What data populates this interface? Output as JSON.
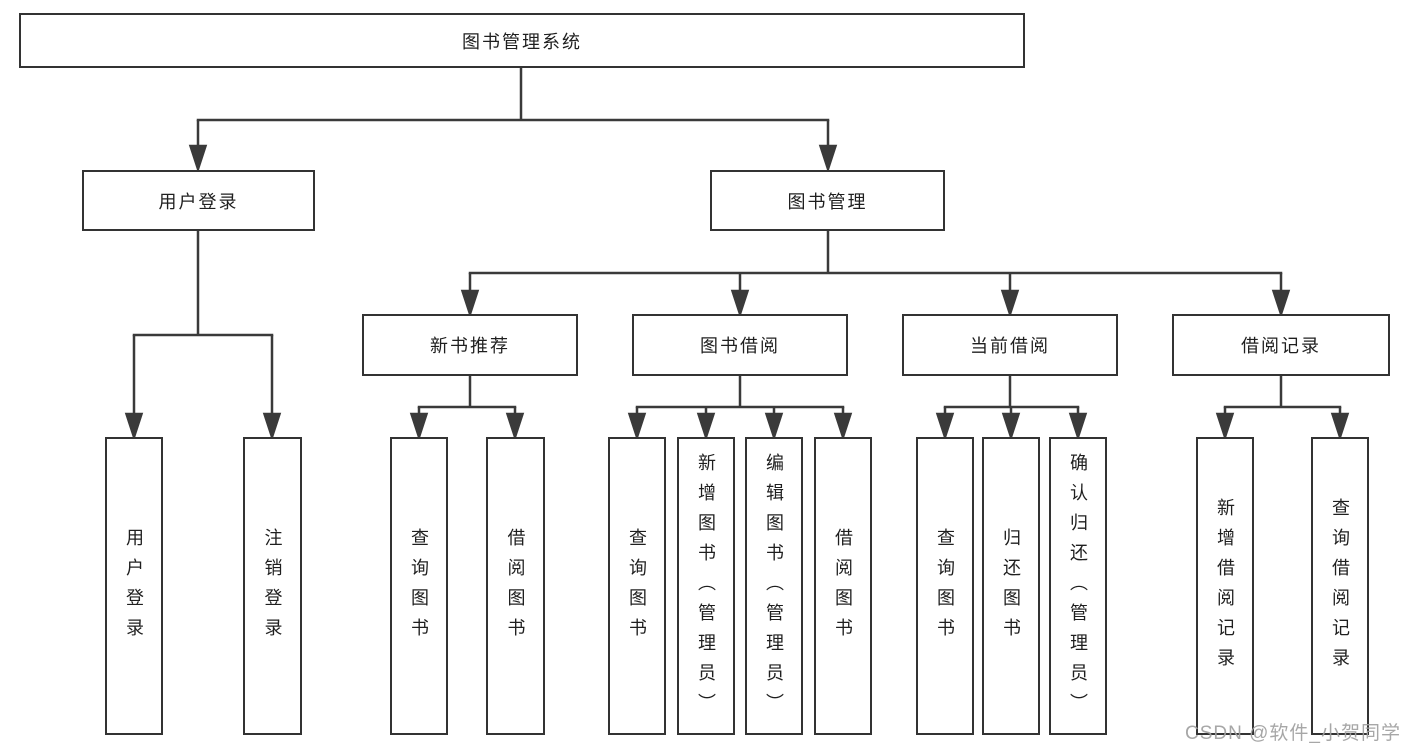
{
  "diagram_type": "hierarchy-structure-diagram",
  "tree": {
    "label": "图书管理系统",
    "children": [
      {
        "label": "用户登录",
        "children": [
          {
            "label": "用户登录"
          },
          {
            "label": "注销登录"
          }
        ]
      },
      {
        "label": "图书管理",
        "children": [
          {
            "label": "新书推荐",
            "children": [
              {
                "label": "查询图书"
              },
              {
                "label": "借阅图书"
              }
            ]
          },
          {
            "label": "图书借阅",
            "children": [
              {
                "label": "查询图书"
              },
              {
                "label": "新增图书（管理员）"
              },
              {
                "label": "编辑图书（管理员）"
              },
              {
                "label": "借阅图书"
              }
            ]
          },
          {
            "label": "当前借阅",
            "children": [
              {
                "label": "查询图书"
              },
              {
                "label": "归还图书"
              },
              {
                "label": "确认归还（管理员）"
              }
            ]
          },
          {
            "label": "借阅记录",
            "children": [
              {
                "label": "新增借阅记录"
              },
              {
                "label": "查询借阅记录"
              }
            ]
          }
        ]
      }
    ]
  },
  "watermark": {
    "text": "CSDN @软件_小贺同学"
  },
  "colors": {
    "line": "#3a3a3a",
    "box_border": "#333333",
    "text": "#1f1f1f",
    "watermark_text": "#a0a0a0",
    "background": "#ffffff"
  }
}
